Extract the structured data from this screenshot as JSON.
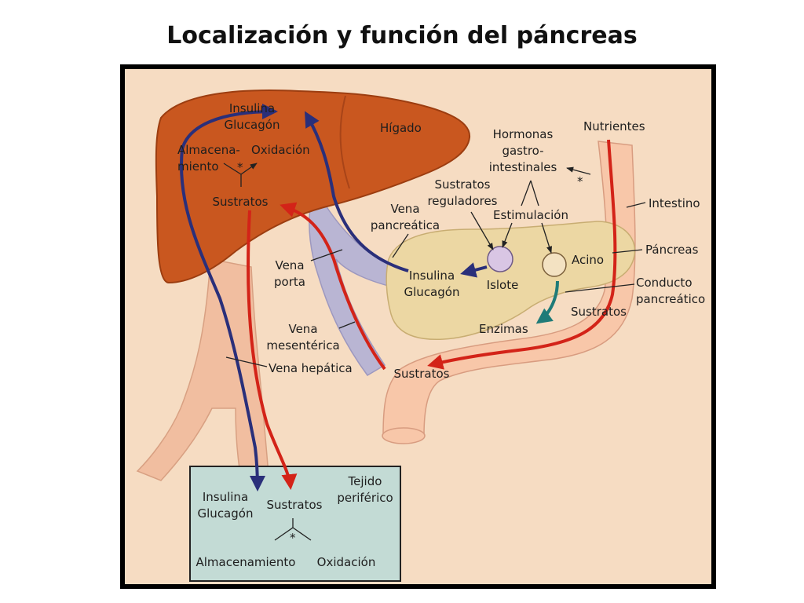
{
  "title": "Localización y función del páncreas",
  "colors": {
    "background": "#f6dcc2",
    "liver": "#c9571f",
    "vein": "#b9b5d3",
    "intestine": "#f8c7a9",
    "pancreas": "#ecd7a3",
    "arrow_red": "#d32318",
    "arrow_blue": "#2a2f7a",
    "arrow_teal": "#1f7b78",
    "tissue_box": "#c3dbd5"
  },
  "labels": {
    "liver_insulina": "Insulina",
    "liver_glucagon": "Glucagón",
    "higado": "Hígado",
    "liver_almacena_1": "Almacena-",
    "liver_almacena_2": "miento",
    "liver_oxidacion": "Oxidación",
    "liver_asterisk": "*",
    "liver_sustratos": "Sustratos",
    "hormonas_1": "Hormonas",
    "hormonas_2": "gastro-",
    "hormonas_3": "intestinales",
    "nutrientes": "Nutrientes",
    "gut_asterisk": "*",
    "intestino": "Intestino",
    "sustratos_reg_1": "Sustratos",
    "sustratos_reg_2": "reguladores",
    "estimulacion": "Estimulación",
    "vena_pancreatica_1": "Vena",
    "vena_pancreatica_2": "pancreática",
    "pancreas": "Páncreas",
    "acino": "Acino",
    "vena_porta_1": "Vena",
    "vena_porta_2": "porta",
    "panc_insulina": "Insulina",
    "panc_glucagon": "Glucagón",
    "islote": "Islote",
    "conducto_1": "Conducto",
    "conducto_2": "pancreático",
    "intestine_sustratos": "Sustratos",
    "enzimas": "Enzimas",
    "vena_mesenterica_1": "Vena",
    "vena_mesenterica_2": "mesentérica",
    "vena_hepatica": "Vena hepática",
    "bottom_sustratos": "Sustratos",
    "tejido_1": "Tejido",
    "tejido_2": "periférico",
    "tissue_insulina": "Insulina",
    "tissue_glucagon": "Glucagón",
    "tissue_sustratos": "Sustratos",
    "tissue_asterisk": "*",
    "almacenamiento": "Almacenamiento",
    "oxidacion": "Oxidación"
  }
}
